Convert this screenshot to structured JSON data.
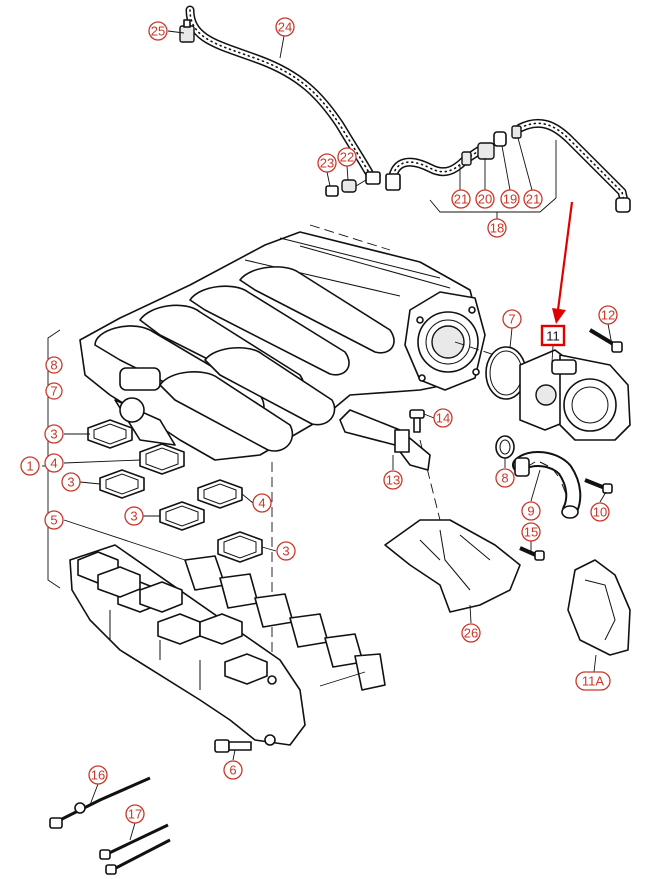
{
  "callouts": [
    {
      "id": "c1",
      "label": "1"
    },
    {
      "id": "c3a",
      "label": "3"
    },
    {
      "id": "c3b",
      "label": "3"
    },
    {
      "id": "c3c",
      "label": "3"
    },
    {
      "id": "c3d",
      "label": "3"
    },
    {
      "id": "c4a",
      "label": "4"
    },
    {
      "id": "c4b",
      "label": "4"
    },
    {
      "id": "c5",
      "label": "5"
    },
    {
      "id": "c6",
      "label": "6"
    },
    {
      "id": "c7a",
      "label": "7"
    },
    {
      "id": "c7b",
      "label": "7"
    },
    {
      "id": "c8a",
      "label": "8"
    },
    {
      "id": "c8b",
      "label": "8"
    },
    {
      "id": "c9",
      "label": "9"
    },
    {
      "id": "c10",
      "label": "10"
    },
    {
      "id": "c11",
      "label": "11"
    },
    {
      "id": "c11a",
      "label": "11A"
    },
    {
      "id": "c12",
      "label": "12"
    },
    {
      "id": "c13",
      "label": "13"
    },
    {
      "id": "c14",
      "label": "14"
    },
    {
      "id": "c15",
      "label": "15"
    },
    {
      "id": "c16",
      "label": "16"
    },
    {
      "id": "c17",
      "label": "17"
    },
    {
      "id": "c18",
      "label": "18"
    },
    {
      "id": "c19",
      "label": "19"
    },
    {
      "id": "c20",
      "label": "20"
    },
    {
      "id": "c21a",
      "label": "21"
    },
    {
      "id": "c21b",
      "label": "21"
    },
    {
      "id": "c22",
      "label": "22"
    },
    {
      "id": "c23",
      "label": "23"
    },
    {
      "id": "c24",
      "label": "24"
    },
    {
      "id": "c25",
      "label": "25"
    },
    {
      "id": "c26",
      "label": "26"
    }
  ],
  "highlight": {
    "label": "11",
    "color": "#e00000"
  },
  "colors": {
    "callout": "#c8392b",
    "line": "#111111",
    "arrow": "#e00000"
  }
}
